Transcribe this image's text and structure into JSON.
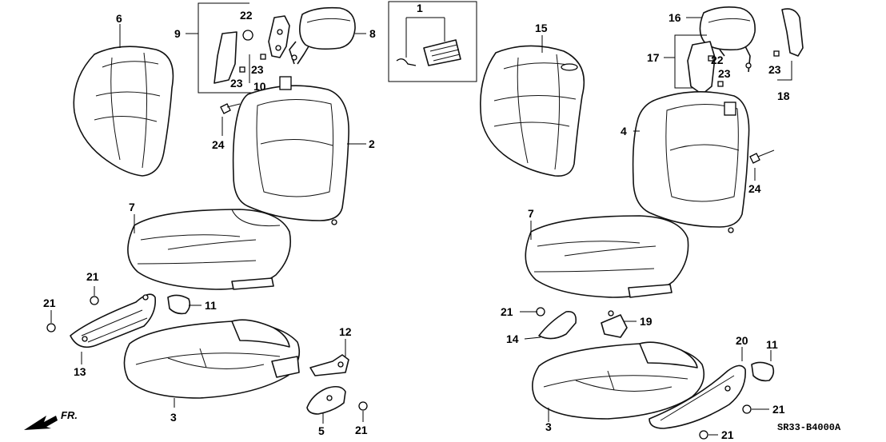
{
  "diagram": {
    "code": "SR33-B4000A",
    "front_marker": "FR.",
    "callouts": [
      {
        "key": "c1",
        "text": "1"
      },
      {
        "key": "c2",
        "text": "2"
      },
      {
        "key": "c3a",
        "text": "3"
      },
      {
        "key": "c3b",
        "text": "3"
      },
      {
        "key": "c4",
        "text": "4"
      },
      {
        "key": "c5",
        "text": "5"
      },
      {
        "key": "c6",
        "text": "6"
      },
      {
        "key": "c7a",
        "text": "7"
      },
      {
        "key": "c7b",
        "text": "7"
      },
      {
        "key": "c8",
        "text": "8"
      },
      {
        "key": "c9",
        "text": "9"
      },
      {
        "key": "c10",
        "text": "10"
      },
      {
        "key": "c11a",
        "text": "11"
      },
      {
        "key": "c11b",
        "text": "11"
      },
      {
        "key": "c12",
        "text": "12"
      },
      {
        "key": "c13",
        "text": "13"
      },
      {
        "key": "c14",
        "text": "14"
      },
      {
        "key": "c15",
        "text": "15"
      },
      {
        "key": "c16",
        "text": "16"
      },
      {
        "key": "c17",
        "text": "17"
      },
      {
        "key": "c18",
        "text": "18"
      },
      {
        "key": "c19",
        "text": "19"
      },
      {
        "key": "c20",
        "text": "20"
      },
      {
        "key": "c21a",
        "text": "21"
      },
      {
        "key": "c21b",
        "text": "21"
      },
      {
        "key": "c21c",
        "text": "21"
      },
      {
        "key": "c21d",
        "text": "21"
      },
      {
        "key": "c21e",
        "text": "21"
      },
      {
        "key": "c21f",
        "text": "21"
      },
      {
        "key": "c22a",
        "text": "22"
      },
      {
        "key": "c22b",
        "text": "22"
      },
      {
        "key": "c23a",
        "text": "23"
      },
      {
        "key": "c23b",
        "text": "23"
      },
      {
        "key": "c23c",
        "text": "23"
      },
      {
        "key": "c23d",
        "text": "23"
      },
      {
        "key": "c24a",
        "text": "24"
      },
      {
        "key": "c24b",
        "text": "24"
      }
    ]
  }
}
